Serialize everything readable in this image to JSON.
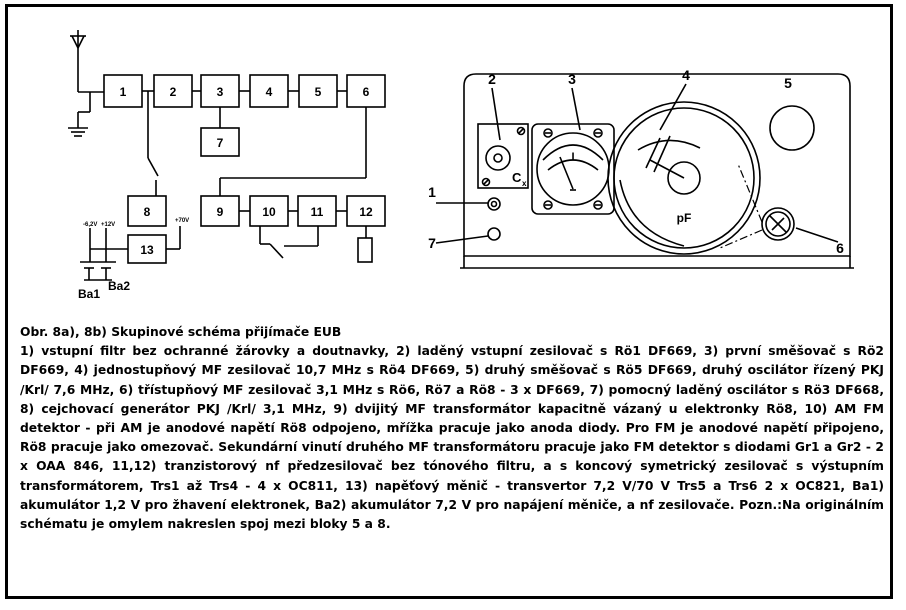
{
  "block_diagram": {
    "blocks": [
      "1",
      "2",
      "3",
      "4",
      "5",
      "6",
      "7",
      "8",
      "9",
      "10",
      "11",
      "12",
      "13"
    ],
    "labels": {
      "v_minus": "-6,2V",
      "v_plus": "+12V",
      "v_plus70": "+70V",
      "ba1": "Ba1",
      "ba2": "Ba2"
    }
  },
  "front_panel": {
    "callouts": [
      "1",
      "2",
      "3",
      "4",
      "5",
      "6",
      "7"
    ],
    "cx_label": "C",
    "cx_sub": "x",
    "pf_label": "pF",
    "meter_mark": "I"
  },
  "caption": {
    "title": "Obr. 8a), 8b) Skupinové schéma přijímače EUB",
    "body": "1) vstupní filtr bez ochranné žárovky a doutnavky, 2) laděný vstupní zesilovač s Rö1 DF669, 3) první směšovač s Rö2 DF669, 4) jednostupňový MF zesilovač 10,7 MHz s Rö4 DF669, 5) druhý směšovač s Rö5 DF669, druhý oscilátor řízený PKJ /Krl/ 7,6 MHz, 6) třístupňový MF zesilovač 3,1 MHz s Rö6, Rö7 a Rö8 - 3 x DF669, 7) pomocný laděný oscilátor s Rö3 DF668, 8) cejchovací generátor PKJ /Krl/ 3,1 MHz, 9) dvijitý MF transformátor kapacitně vázaný u elektronky Rö8, 10) AM FM detektor - při AM je anodové napětí Rö8 odpojeno, mřížka pracuje jako anoda diody. Pro FM je anodové napětí připojeno, Rö8 pracuje jako omezovač. Sekundární vinutí druhého MF transformátoru pracuje jako FM detektor s diodami Gr1 a Gr2 - 2 x OAA 846, 11,12) tranzistorový nf předzesilovač bez tónového filtru, a s koncový symetrický zesilovač s výstupním transformátorem, Trs1 až Trs4 - 4 x OC811, 13) napěťový měnič - transvertor 7,2 V/70 V Trs5 a Trs6 2 x OC821, Ba1) akumulátor 1,2 V pro žhavení elektronek, Ba2) akumulátor 7,2 V pro napájení měniče, a nf zesilovače. Pozn.:Na originálním schématu je omylem nakreslen spoj mezi bloky 5 a 8."
  }
}
